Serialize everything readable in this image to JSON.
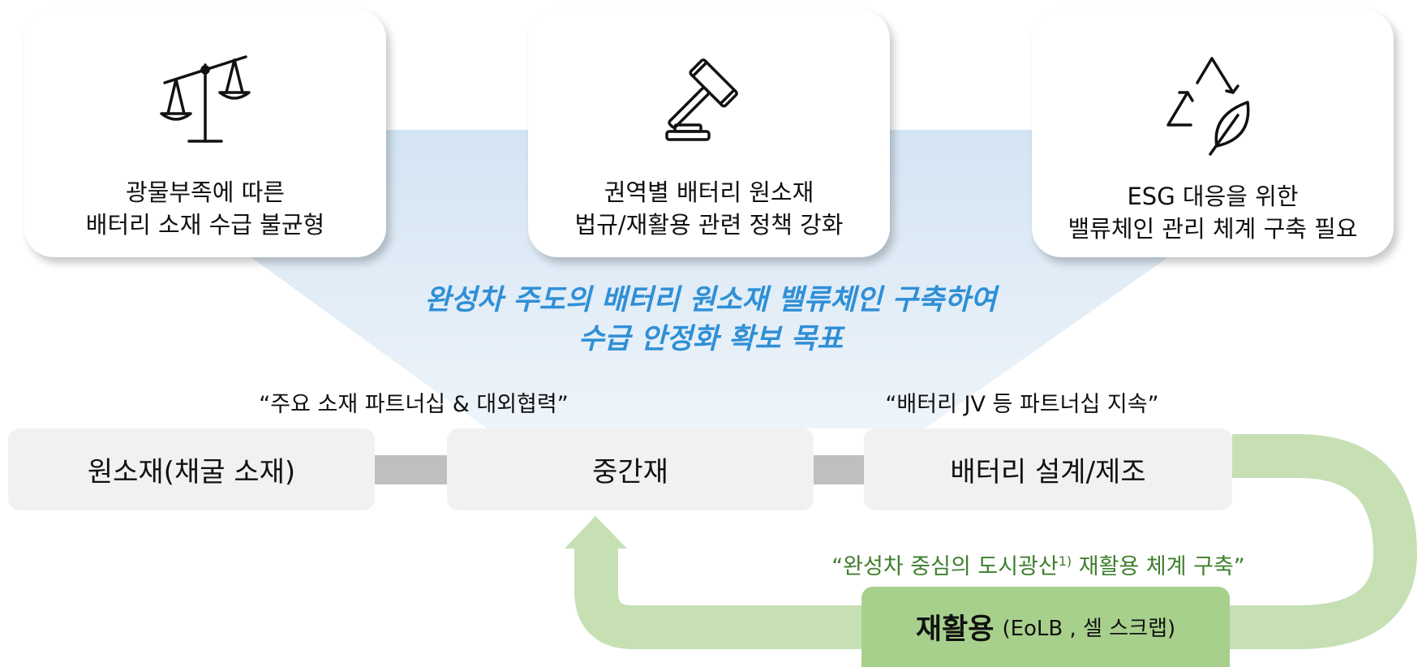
{
  "cards": [
    {
      "icon": "scales-icon",
      "lines": [
        "광물부족에 따른",
        "배터리 소재 수급 불균형"
      ]
    },
    {
      "icon": "gavel-icon",
      "lines": [
        "권역별 배터리 원소재",
        "법규/재활용 관련 정책 강화"
      ]
    },
    {
      "icon": "recycle-leaf-icon",
      "lines": [
        "ESG 대응을 위한",
        "밸류체인 관리 체계 구축 필요"
      ]
    }
  ],
  "goal": {
    "line1": "완성차 주도의 배터리 원소재 밸류체인 구축하여",
    "line2": "수급 안정화 확보 목표",
    "color": "#2f8fd6"
  },
  "quotes": {
    "left": "“주요 소재 파트너십 & 대외협력”",
    "right": "“배터리 JV 등 파트너십 지속”",
    "recycle_pre": "“완성차 중심의 도시광산",
    "recycle_sup": "1)",
    "recycle_post": " 재활용 체계 구축”"
  },
  "stages": [
    {
      "label": "원소재(채굴 소재)"
    },
    {
      "label": "중간재"
    },
    {
      "label": "배터리 설계/제조"
    }
  ],
  "recycle": {
    "main": "재활용",
    "sub": "(EoLB , 셀 스크랩)"
  },
  "colors": {
    "funnel": "#dde9f4",
    "flow_arrow": "#c6e0b4",
    "recycle_box": "#a8d08d",
    "stage_box": "#f1f1f1",
    "connector": "#bfbfbf"
  }
}
